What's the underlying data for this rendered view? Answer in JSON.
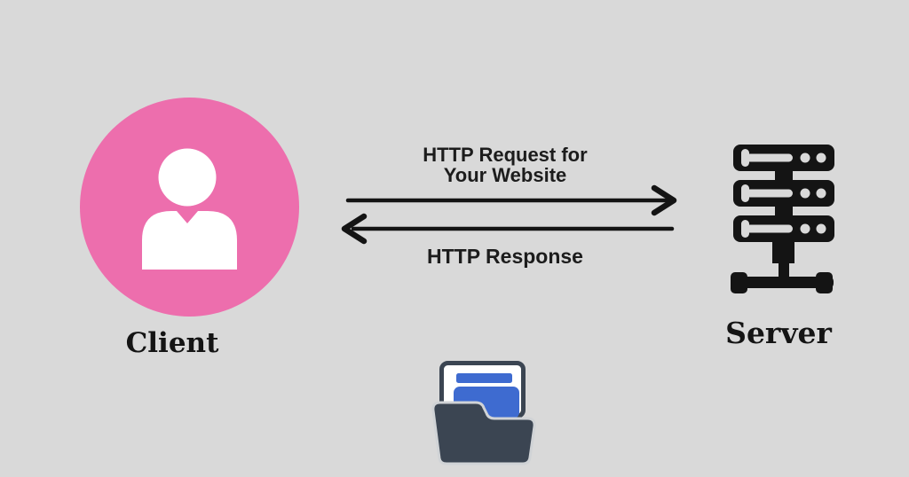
{
  "colors": {
    "bg": "#d9d9d9",
    "ink": "#141414",
    "text": "#1c1c1c",
    "pink": "#ed6ead",
    "white": "#ffffff",
    "slate": "#3b4552",
    "blue": "#3e6bd0",
    "rim": "#d0d3d6"
  },
  "diagram": {
    "client": {
      "label": "Client"
    },
    "server": {
      "label": "Server"
    },
    "request_arrow": {
      "label_line1": "HTTP Request for",
      "label_line2": "Your Website",
      "direction": "left-to-right"
    },
    "response_arrow": {
      "label": "HTTP Response",
      "direction": "right-to-left"
    }
  }
}
